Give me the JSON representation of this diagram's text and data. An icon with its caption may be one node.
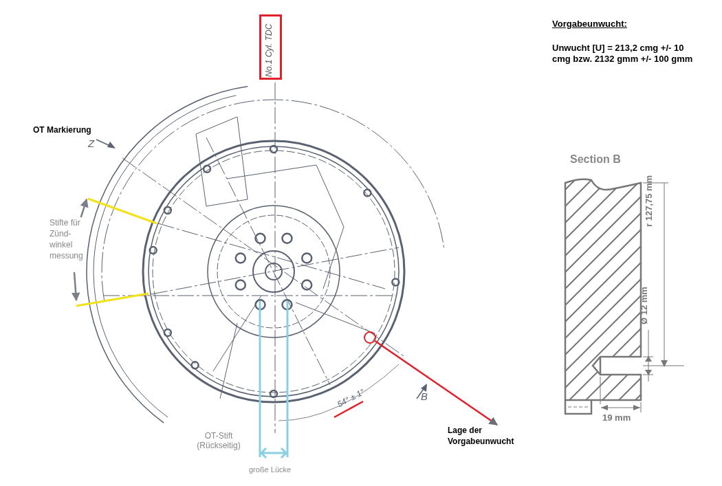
{
  "diagram": {
    "nodes": [
      {
        "text": [
          "No.1 Cyl. TDC"
        ]
      },
      {
        "text": [
          "Stifte für Zünd- winkel messung"
        ]
      },
      {
        "text": [],
        "shape": "circle"
      },
      {
        "text": [
          "Lage der Vorgabeunwucht"
        ]
      }
    ],
    "edges": [
      {
        "from": 1,
        "to": null,
        "arrow": "to"
      },
      {
        "from": 1,
        "to": null,
        "arrow": "to"
      },
      {
        "from": 2,
        "to": 3,
        "arrow": "to",
        "color": "#e0202a"
      }
    ],
    "labels": [
      "Vorgabeunwucht:",
      "Unwucht [U] = 213,2 cmg +/- 10 cmg bzw. 2132 gmm +/- 100 gmm",
      "OT Markierung",
      "Z",
      "OT-Stift (Rückseitig)",
      "große Lücke",
      "54° ± 1°",
      "B",
      "Section B",
      "r 127,75 mm",
      "Ø 12 mm",
      "19 mm"
    ]
  }
}
